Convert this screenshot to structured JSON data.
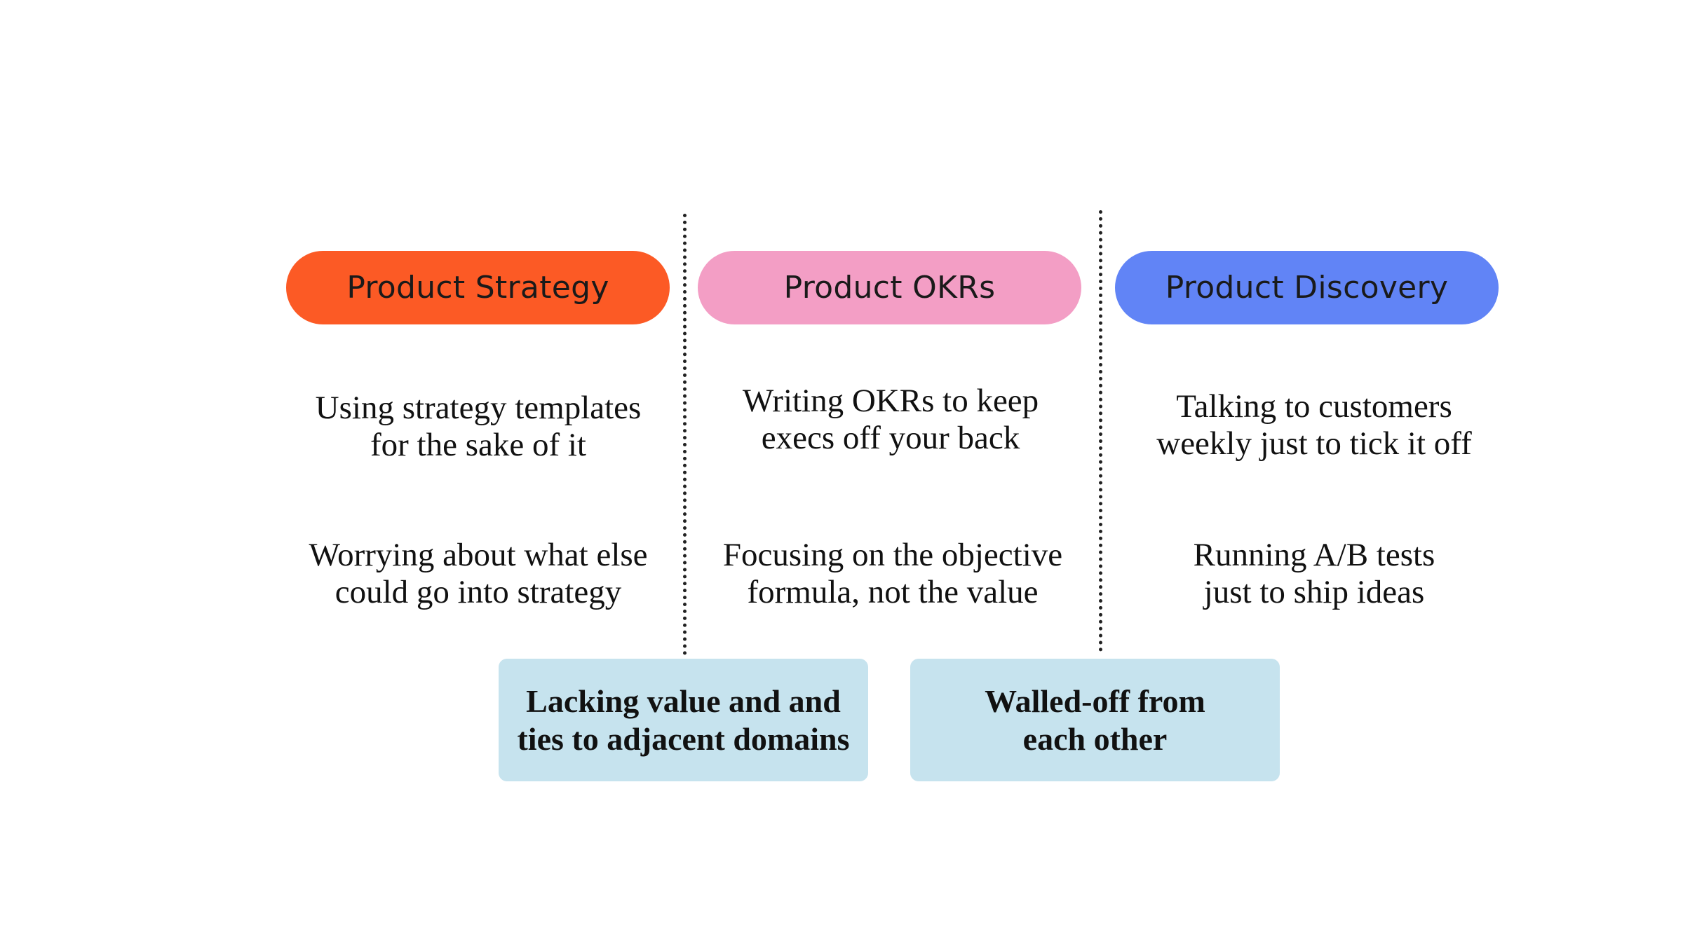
{
  "columns": [
    {
      "title": "Product Strategy",
      "color": "#fc5a25",
      "items": [
        "Using strategy templates\nfor the sake of it",
        "Worrying about what else\ncould go into strategy"
      ]
    },
    {
      "title": "Product OKRs",
      "color": "#f39ec5",
      "items": [
        "Writing OKRs to keep\nexecs off your back",
        "Focusing on the objective\nformula, not the value"
      ]
    },
    {
      "title": "Product Discovery",
      "color": "#6184f6",
      "items": [
        "Talking to customers\nweekly just to tick it off",
        "Running A/B tests\njust to ship ideas"
      ]
    }
  ],
  "summaries": [
    "Lacking value and and\nties to adjacent domains",
    "Walled-off from\neach other"
  ],
  "summary_color": "#c6e3ee"
}
